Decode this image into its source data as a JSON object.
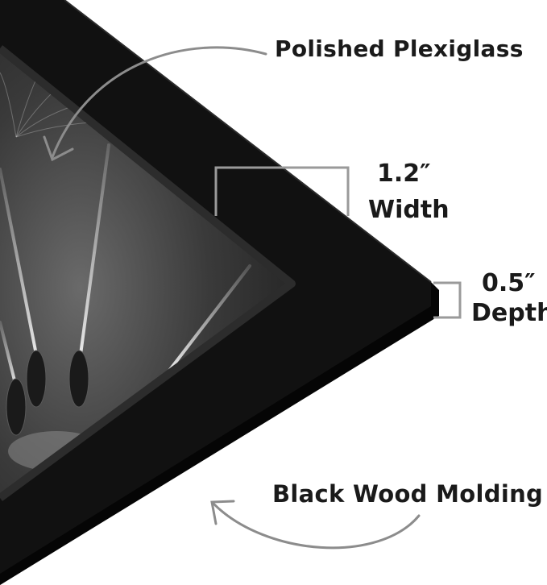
{
  "labels": {
    "plexiglass": "Polished Plexiglass",
    "width_value": "1.2″",
    "width_label": "Width",
    "depth_value": "0.5″",
    "depth_label": "Depth",
    "molding": "Black Wood Molding"
  },
  "colors": {
    "background": "#ffffff",
    "frame": "#111111",
    "frame_edge": "#050505",
    "text": "#1a1a1a",
    "bracket": "#9a9a9a",
    "arrow": "#8c8c8c",
    "photo_dark": "#2b2b2b",
    "photo_light": "#6a6a6a"
  }
}
